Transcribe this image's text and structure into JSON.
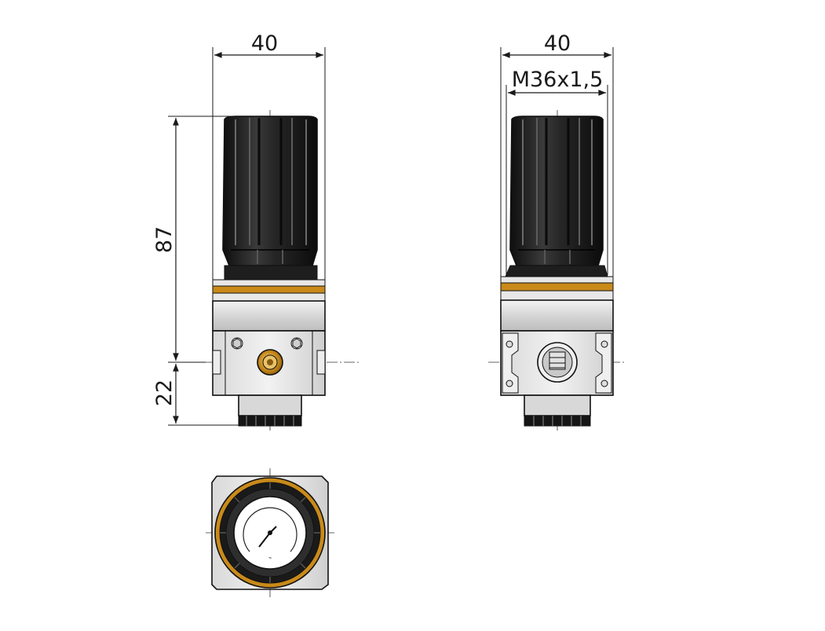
{
  "dimensions": {
    "front_width": "40",
    "height_upper": "87",
    "height_lower": "22",
    "side_width": "40",
    "side_thread": "M36x1,5"
  },
  "colors": {
    "knob": "#1c1c1c",
    "knob_highlight": "#5a5a5a",
    "ring": "#c98a1a",
    "body": "#e6e6e6",
    "line": "#111111"
  },
  "icons": {
    "gauge": "pressure-gauge-icon",
    "port": "port-icon"
  }
}
